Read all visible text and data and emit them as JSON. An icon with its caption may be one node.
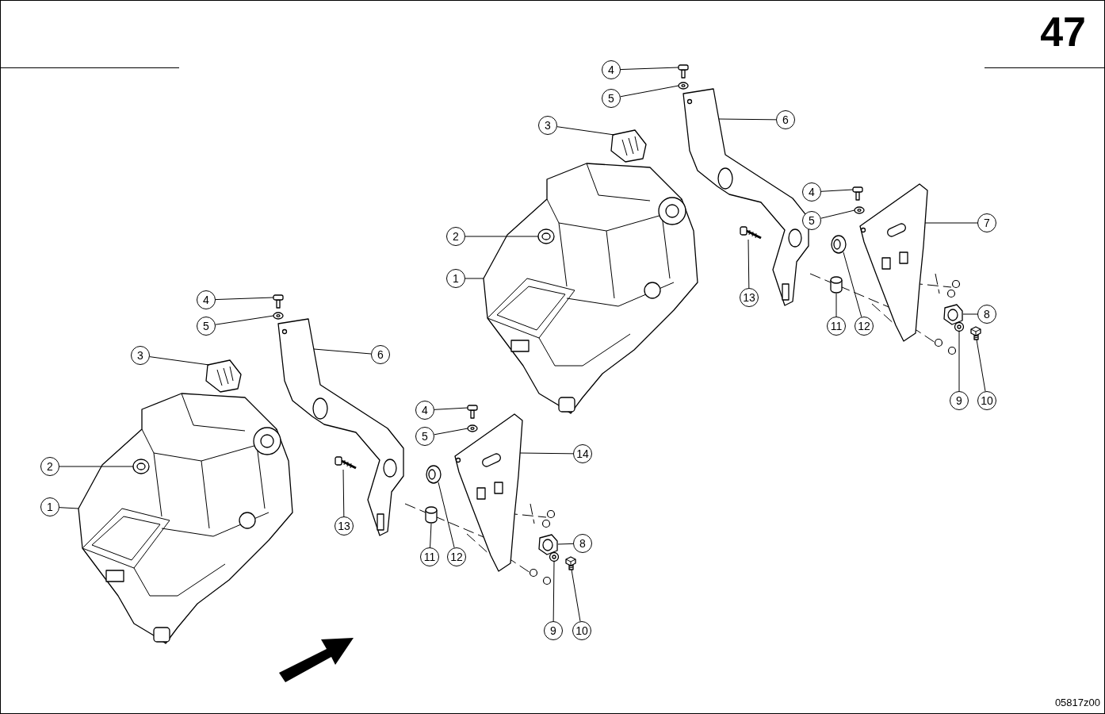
{
  "diagram": {
    "nodes": [
      {
        "text": [
          "4"
        ]
      },
      {
        "text": [
          "5"
        ]
      },
      {
        "text": [
          "6"
        ]
      },
      {
        "text": [
          "3"
        ]
      },
      {
        "text": [
          "4"
        ]
      },
      {
        "text": [
          "5"
        ]
      },
      {
        "text": [
          "7"
        ]
      },
      {
        "text": [
          "2"
        ]
      },
      {
        "text": [
          "1"
        ]
      },
      {
        "text": [
          "13"
        ]
      },
      {
        "text": [
          "4"
        ]
      },
      {
        "text": [
          "8"
        ]
      },
      {
        "text": [
          "5"
        ]
      },
      {
        "text": [
          "11"
        ]
      },
      {
        "text": [
          "12"
        ]
      },
      {
        "text": [
          "6"
        ]
      },
      {
        "text": [
          "3"
        ]
      },
      {
        "text": [
          "9"
        ]
      },
      {
        "text": [
          "10"
        ]
      },
      {
        "text": [
          "4"
        ]
      },
      {
        "text": [
          "5"
        ]
      },
      {
        "text": [
          "14"
        ]
      },
      {
        "text": [
          "2"
        ]
      },
      {
        "text": [
          "1"
        ]
      },
      {
        "text": [
          "13"
        ]
      },
      {
        "text": [
          "8"
        ]
      },
      {
        "text": [
          "11"
        ]
      },
      {
        "text": [
          "12"
        ]
      },
      {
        "text": [
          "9"
        ]
      },
      {
        "text": [
          "10"
        ]
      },
      {
        "text": [],
        "shape": "picture"
      },
      {
        "text": [],
        "shape": "picture"
      },
      {
        "text": [],
        "shape": "picture"
      },
      {
        "text": [],
        "shape": "picture"
      },
      {
        "text": [],
        "shape": "picture"
      },
      {
        "text": [],
        "shape": "picture"
      },
      {
        "text": [],
        "shape": "picture"
      },
      {
        "text": [],
        "shape": "picture",
        "in": 38
      },
      {
        "text": [],
        "shape": "picture"
      },
      {
        "text": [],
        "shape": "picture"
      },
      {
        "text": [],
        "shape": "picture"
      },
      {
        "text": [],
        "shape": "picture"
      },
      {
        "text": [],
        "shape": "picture"
      },
      {
        "text": [],
        "shape": "picture"
      },
      {
        "text": [],
        "shape": "picture"
      },
      {
        "text": [],
        "shape": "picture"
      },
      {
        "text": [],
        "shape": "picture"
      },
      {
        "text": [],
        "shape": "picture"
      },
      {
        "text": [],
        "shape": "picture"
      },
      {
        "text": [],
        "shape": "picture"
      },
      {
        "text": [],
        "shape": "picture"
      },
      {
        "text": [],
        "shape": "picture"
      },
      {
        "text": [],
        "shape": "picture",
        "in": 53
      },
      {
        "text": [],
        "shape": "picture"
      },
      {
        "text": [],
        "shape": "picture"
      },
      {
        "text": [],
        "shape": "picture"
      },
      {
        "text": [],
        "shape": "picture"
      },
      {
        "text": [],
        "shape": "picture"
      },
      {
        "text": [],
        "shape": "picture"
      },
      {
        "text": [],
        "shape": "picture"
      }
    ],
    "edges": [
      {
        "from": 0,
        "to": 30,
        "arrow": "none"
      },
      {
        "from": 1,
        "to": 31,
        "arrow": "none"
      },
      {
        "from": 2,
        "to": 32,
        "arrow": "none"
      },
      {
        "from": 3,
        "to": 33,
        "arrow": "none"
      },
      {
        "from": 4,
        "to": 34,
        "arrow": "none"
      },
      {
        "from": 5,
        "to": 35,
        "arrow": "none"
      },
      {
        "from": 6,
        "to": 36,
        "arrow": "none"
      },
      {
        "from": 7,
        "to": 37,
        "arrow": "none"
      },
      {
        "from": 8,
        "to": 38,
        "arrow": "none"
      },
      {
        "from": 9,
        "to": 39,
        "arrow": "none"
      },
      {
        "from": 10,
        "to": 40,
        "arrow": "none"
      },
      {
        "from": 11,
        "to": 41,
        "arrow": "none"
      },
      {
        "from": 12,
        "to": 42,
        "arrow": "none"
      },
      {
        "from": 13,
        "to": 43,
        "arrow": "none"
      },
      {
        "from": 14,
        "to": 44,
        "arrow": "none"
      },
      {
        "from": 15,
        "to": 45,
        "arrow": "none"
      },
      {
        "from": 16,
        "to": 46,
        "arrow": "none"
      },
      {
        "from": 17,
        "to": 47,
        "arrow": "none"
      },
      {
        "from": 18,
        "to": 48,
        "arrow": "none"
      },
      {
        "from": 19,
        "to": 49,
        "arrow": "none"
      },
      {
        "from": 20,
        "to": 50,
        "arrow": "none"
      },
      {
        "from": 21,
        "to": 51,
        "arrow": "none"
      },
      {
        "from": 22,
        "to": 52,
        "arrow": "none"
      },
      {
        "from": 23,
        "to": 53,
        "arrow": "none"
      },
      {
        "from": 24,
        "to": 54,
        "arrow": "none"
      },
      {
        "from": 25,
        "to": 55,
        "arrow": "none"
      },
      {
        "from": 26,
        "to": 56,
        "arrow": "none"
      },
      {
        "from": 27,
        "to": 57,
        "arrow": "none"
      },
      {
        "from": 28,
        "to": 58,
        "arrow": "none"
      },
      {
        "from": 29,
        "to": 59,
        "arrow": "none"
      }
    ],
    "labels": [
      "47",
      "05817z00"
    ]
  }
}
